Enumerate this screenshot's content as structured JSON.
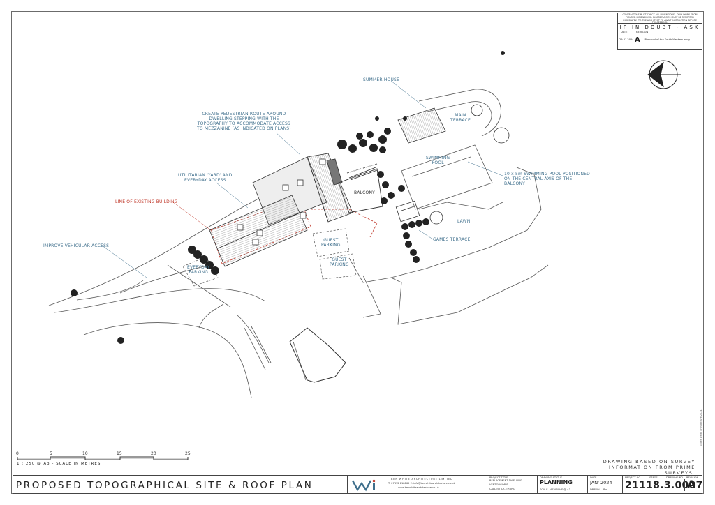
{
  "sheet": {
    "title": "PROPOSED TOPOGRAPHICAL SITE & ROOF PLAN",
    "survey_note_1": "DRAWING BASED ON SURVEY",
    "survey_note_2": "INFORMATION FROM PRIME SURVEYS.",
    "copyright": "© ben white architecture 2024"
  },
  "revision_box": {
    "disclaimer": "CONTRACTORS MUST CHECK ALL DIMENSIONS - ONLY WORK FROM FIGURED DIMENSIONS - DISCREPANCIES MUST BE REPORTED IMMEDIATELY TO THE ARCHITECT TO AWAIT INSTRUCTION BEFORE PROCEEDING.",
    "warning": "IF IN DOUBT - ASK",
    "col_date": "DATE",
    "col_revision": "REVISION",
    "rev_date": "29.01.2024",
    "rev_letter": "A",
    "rev_desc": "- Removal of the South Western wing."
  },
  "annotations": {
    "summer_house": "SUMMER HOUSE",
    "main_terrace": "MAIN\nTERRACE",
    "pedestrian_route": "CREATE PEDESTRIAN ROUTE AROUND\nDWELLING STEPPING WITH THE\nTOPOGRAPHY TO ACCOMMODATE ACCESS\nTO MEZZANINE (AS INDICATED ON PLANS)",
    "swimming_pool": "SWIMMING\nPOOL",
    "pool_note": "10 x 5m SWIMMING POOL POSITIONED\nON THE CENTRAL AXIS OF THE\nBALCONY",
    "utilitarian_yard": "UTILITARIAN 'YARD' AND\nEVERYDAY ACCESS",
    "balcony": "BALCONY",
    "existing_building": "LINE OF EXISTING BUILDING",
    "lawn": "LAWN",
    "guest_parking_1": "GUEST\nPARKING",
    "guest_parking_2": "GUEST\nPARKING",
    "games_terrace": "GAMES TERRACE",
    "vehicular_access": "IMPROVE VEHICULAR ACCESS",
    "everyday_parking": "EVERYDAY\nPARKING"
  },
  "scale": {
    "ticks": [
      "0",
      "5",
      "10",
      "15",
      "20",
      "25"
    ],
    "caption": "1 : 250 @ A3 - SCALE IN METRES"
  },
  "title_block": {
    "company": "BEN WHITE ARCHITECTURE LIMITED",
    "contact": "T: 07872 818865   E: info@benwhitearchitecture.co.uk",
    "website": "www.benwhitearchitecture.co.uk",
    "project_label": "PROJECT TITLE",
    "project_1": "REPLACEMENT DWELLING",
    "project_2": "VENTONGIMPS",
    "project_3": "CALLESTICK, TRURO",
    "status_label": "DRAWING STATUS",
    "status": "PLANNING",
    "scale_label": "SCALE",
    "scale_value": "AS ABOVE @ A3",
    "date_label": "DATE",
    "date": "JAN' 2024",
    "drawn_label": "DRAWN",
    "drawn": "Bw",
    "project_no_label": "PROJECT NO.",
    "stage_label": "STAGE",
    "drawing_no_label": "DRAWING NO.",
    "drawing_number": "21118.3.0007",
    "revision_label": "REVISION",
    "revision": "A"
  }
}
